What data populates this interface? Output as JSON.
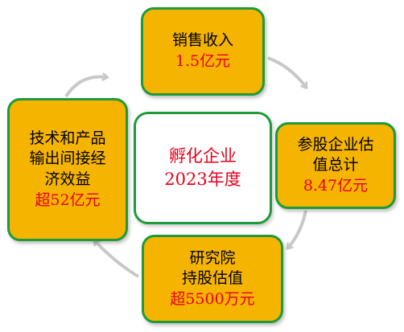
{
  "colors": {
    "node_fill": "#f5b400",
    "node_border": "#1e9a3a",
    "value_text": "#e8001c",
    "cycle_arrow": "#c8c8c8"
  },
  "center": {
    "line1": "孵化企业",
    "line2": "2023年度"
  },
  "nodes": {
    "top": {
      "lines": [
        "销售收入"
      ],
      "value": "1.5亿元"
    },
    "right": {
      "lines": [
        "参股企业估",
        "值总计"
      ],
      "value": "8.47亿元"
    },
    "bottom": {
      "lines": [
        "研究院",
        "持股估值"
      ],
      "value": "超5500万元"
    },
    "left": {
      "lines": [
        "技术和产品",
        "输出间接经",
        "济效益"
      ],
      "value": "超52亿元"
    }
  }
}
